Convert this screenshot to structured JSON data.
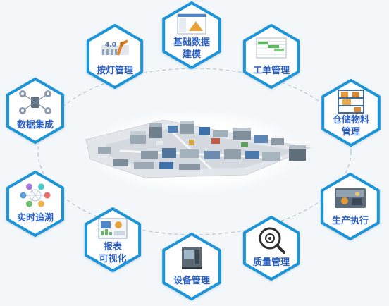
{
  "colors": {
    "hex_border": "#1f94d8",
    "label": "#2a5fc4",
    "ring": "#b7c4cc",
    "glow": "#ffffff"
  },
  "modules": [
    {
      "id": "anden",
      "label": "按灯管理",
      "icon": "andon-robot-icon"
    },
    {
      "id": "basic-data",
      "label": "基础数据\n建模",
      "icon": "software-screen-icon"
    },
    {
      "id": "work-order",
      "label": "工单管理",
      "icon": "spreadsheet-icon"
    },
    {
      "id": "warehouse",
      "label": "仓储物料\n管理",
      "icon": "shelf-icon"
    },
    {
      "id": "production",
      "label": "生产执行",
      "icon": "factory-photo-icon"
    },
    {
      "id": "quality",
      "label": "质量管理",
      "icon": "magnifier-gear-icon"
    },
    {
      "id": "equipment",
      "label": "设备管理",
      "icon": "cnc-machine-icon"
    },
    {
      "id": "report",
      "label": "报表\n可视化",
      "icon": "dashboard-icon"
    },
    {
      "id": "trace",
      "label": "实时追溯",
      "icon": "trace-network-icon"
    },
    {
      "id": "data-integration",
      "label": "数据集成",
      "icon": "network-nodes-icon"
    }
  ]
}
